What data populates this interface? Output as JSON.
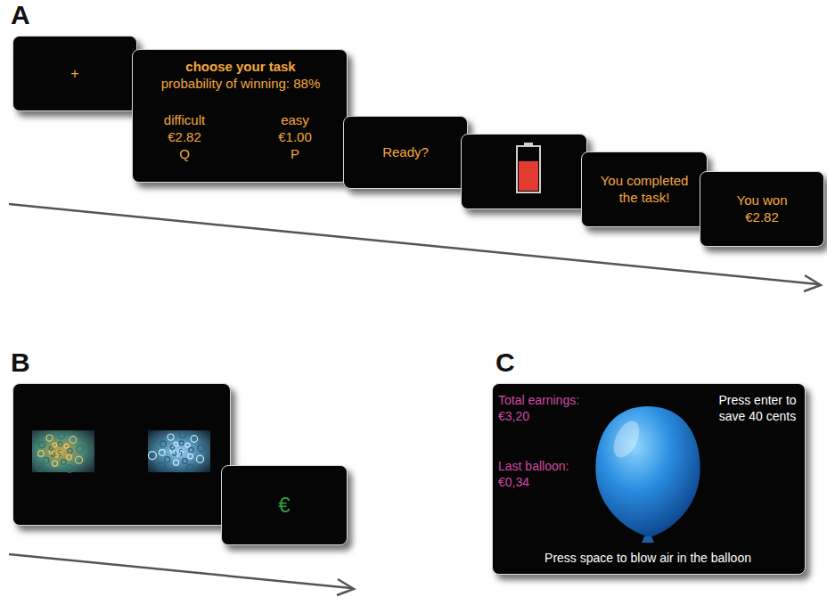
{
  "diagram": {
    "nodes": [
      {
        "text": [
          "+"
        ]
      },
      {
        "text": [
          "choose your task",
          "probability of winning: 88%",
          "difficult",
          "€2.82",
          "Q",
          "easy",
          "€1.00",
          "P"
        ]
      },
      {
        "text": [
          "Ready?"
        ]
      },
      {
        "text": [
          "You completed the task!"
        ]
      },
      {
        "text": [
          "You won",
          "€2.82"
        ]
      },
      {
        "text": [
          "€"
        ]
      },
      {
        "text": [
          "Total earnings:",
          "€3,20",
          "Last balloon:",
          "€0,34",
          "Press enter to save 40 cents",
          "Press space to blow air in the balloon"
        ]
      }
    ],
    "labels": [
      "A",
      "B",
      "C"
    ]
  }
}
